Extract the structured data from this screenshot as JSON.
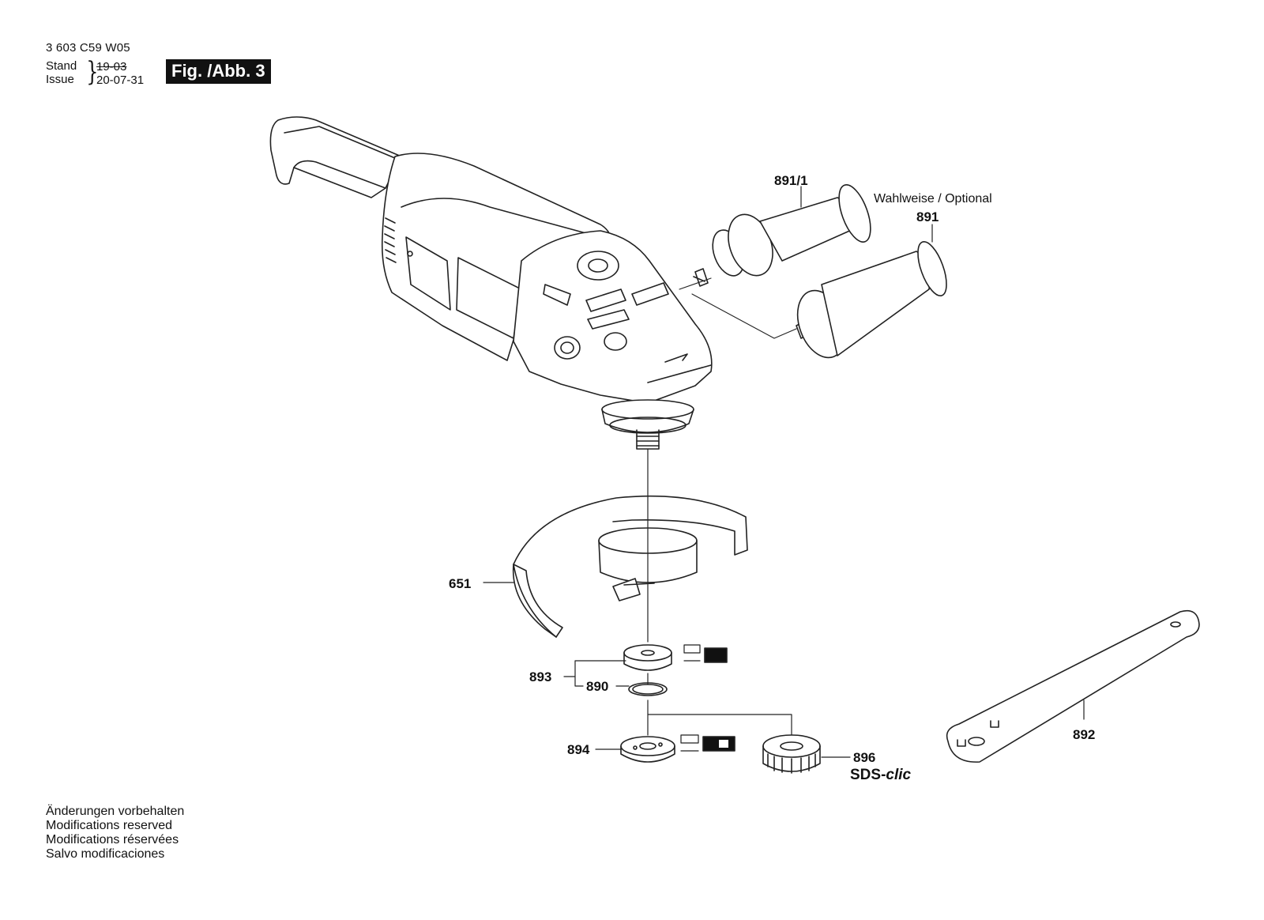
{
  "header": {
    "doc_number": "3 603 C59 W05",
    "stand_label": "Stand",
    "issue_label": "Issue",
    "date_old": "19-03",
    "date_new": "20-07-31",
    "figure_label": "Fig. /Abb. 3"
  },
  "parts": {
    "side_handle_alt": "891/1",
    "optional_note": "Wahlweise / Optional",
    "side_handle": "891",
    "guard": "651",
    "flange_set": "893",
    "o_ring": "890",
    "clamp_nut": "894",
    "quick_nut": "896",
    "sds_prefix": "SDS-",
    "sds_suffix": "clic",
    "spanner": "892"
  },
  "footer_notes": [
    "Änderungen vorbehalten",
    "Modifications reserved",
    "Modifications réservées",
    "Salvo modificaciones"
  ]
}
